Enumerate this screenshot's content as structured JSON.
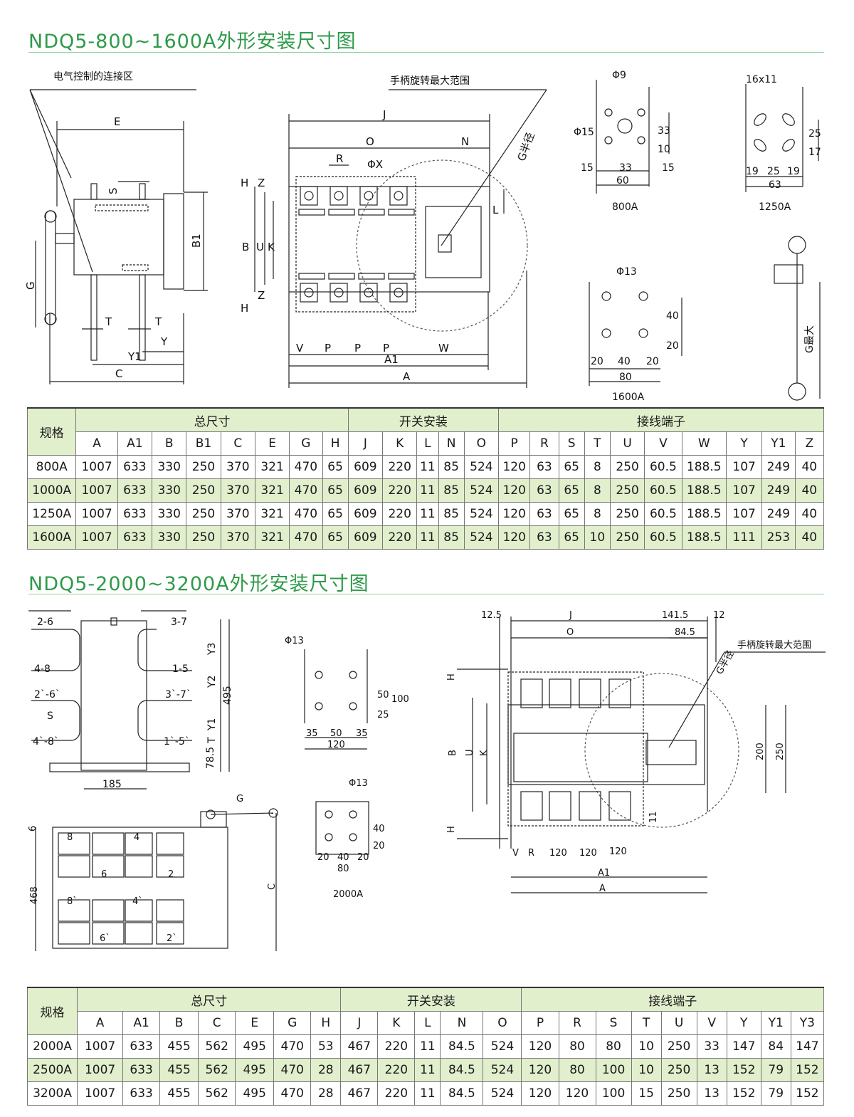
{
  "section1": {
    "title": "NDQ5-800~1600A外形安装尺寸图",
    "callouts": {
      "elec_zone": "电气控制的连接区",
      "handle_range": "手柄旋转最大范围",
      "g_radius": "G半径",
      "g_max": "G最大"
    },
    "dim_labels": [
      "E",
      "S",
      "B1",
      "G",
      "T",
      "T",
      "Y",
      "Y1",
      "C",
      "J",
      "O",
      "N",
      "R",
      "ΦX",
      "H",
      "Z",
      "B",
      "U",
      "K",
      "L",
      "Z",
      "H",
      "V",
      "P",
      "P",
      "P",
      "W",
      "A1",
      "A"
    ],
    "hole_800": {
      "labels": [
        "Φ9",
        "Φ15",
        "33",
        "10",
        "15",
        "33",
        "15",
        "60"
      ],
      "caption": "800A"
    },
    "hole_1250": {
      "labels": [
        "16x11",
        "25",
        "17",
        "19",
        "25",
        "19",
        "63"
      ],
      "caption": "1250A"
    },
    "hole_1600": {
      "labels": [
        "Φ13",
        "40",
        "20",
        "20",
        "40",
        "20",
        "80"
      ],
      "caption": "1600A"
    },
    "table": {
      "spec_label": "规格",
      "groups": [
        "总尺寸",
        "开关安装",
        "接线端子"
      ],
      "columns": [
        "A",
        "A1",
        "B",
        "B1",
        "C",
        "E",
        "G",
        "H",
        "J",
        "K",
        "L",
        "N",
        "O",
        "P",
        "R",
        "S",
        "T",
        "U",
        "V",
        "W",
        "Y",
        "Y1",
        "Z"
      ],
      "rows": [
        {
          "name": "800A",
          "values": [
            "1007",
            "633",
            "330",
            "250",
            "370",
            "321",
            "470",
            "65",
            "609",
            "220",
            "11",
            "85",
            "524",
            "120",
            "63",
            "65",
            "8",
            "250",
            "60.5",
            "188.5",
            "107",
            "249",
            "40"
          ]
        },
        {
          "name": "1000A",
          "values": [
            "1007",
            "633",
            "330",
            "250",
            "370",
            "321",
            "470",
            "65",
            "609",
            "220",
            "11",
            "85",
            "524",
            "120",
            "63",
            "65",
            "8",
            "250",
            "60.5",
            "188.5",
            "107",
            "249",
            "40"
          ]
        },
        {
          "name": "1250A",
          "values": [
            "1007",
            "633",
            "330",
            "250",
            "370",
            "321",
            "470",
            "65",
            "609",
            "220",
            "11",
            "85",
            "524",
            "120",
            "63",
            "65",
            "8",
            "250",
            "60.5",
            "188.5",
            "107",
            "249",
            "40"
          ]
        },
        {
          "name": "1600A",
          "values": [
            "1007",
            "633",
            "330",
            "250",
            "370",
            "321",
            "470",
            "65",
            "609",
            "220",
            "11",
            "85",
            "524",
            "120",
            "63",
            "65",
            "10",
            "250",
            "60.5",
            "188.5",
            "111",
            "253",
            "40"
          ]
        }
      ]
    }
  },
  "section2": {
    "title": "NDQ5-2000~3200A外形安装尺寸图",
    "callouts": {
      "handle_range": "手柄旋转最大范围",
      "g_radius": "G半径"
    },
    "terminal_labels": [
      "2-6",
      "3-7",
      "4-8",
      "1-5",
      "2`-6`",
      "3`-7`",
      "S",
      "4`-8`",
      "1`-5`",
      "Y3",
      "Y2",
      "Y1",
      "T",
      "495",
      "78.5",
      "185"
    ],
    "front_labels": [
      "6",
      "468",
      "8",
      "4",
      "6",
      "2",
      "8`",
      "4`",
      "6`",
      "2`",
      "G",
      "C"
    ],
    "hole_2000": {
      "labels": [
        "Φ13",
        "50",
        "100",
        "25",
        "35",
        "50",
        "35",
        "120",
        "Φ13",
        "40",
        "20",
        "20",
        "40",
        "20",
        "80"
      ],
      "caption": "2000A"
    },
    "top_labels": [
      "12.5",
      "J",
      "141.5",
      "12",
      "O",
      "84.5",
      "H",
      "B",
      "U",
      "K",
      "H",
      "11",
      "200",
      "250",
      "V",
      "R",
      "120",
      "120",
      "120",
      "A1",
      "A"
    ],
    "table": {
      "spec_label": "规格",
      "groups": [
        "总尺寸",
        "开关安装",
        "接线端子"
      ],
      "columns": [
        "A",
        "A1",
        "B",
        "C",
        "E",
        "G",
        "H",
        "J",
        "K",
        "L",
        "N",
        "O",
        "P",
        "R",
        "S",
        "T",
        "U",
        "V",
        "Y",
        "Y1",
        "Y3"
      ],
      "rows": [
        {
          "name": "2000A",
          "values": [
            "1007",
            "633",
            "455",
            "562",
            "495",
            "470",
            "53",
            "467",
            "220",
            "11",
            "84.5",
            "524",
            "120",
            "80",
            "80",
            "10",
            "250",
            "33",
            "147",
            "84",
            "147"
          ]
        },
        {
          "name": "2500A",
          "values": [
            "1007",
            "633",
            "455",
            "562",
            "495",
            "470",
            "28",
            "467",
            "220",
            "11",
            "84.5",
            "524",
            "120",
            "80",
            "100",
            "10",
            "250",
            "13",
            "152",
            "79",
            "152"
          ]
        },
        {
          "name": "3200A",
          "values": [
            "1007",
            "633",
            "455",
            "562",
            "495",
            "470",
            "28",
            "467",
            "220",
            "11",
            "84.5",
            "524",
            "120",
            "120",
            "100",
            "15",
            "250",
            "13",
            "152",
            "79",
            "152"
          ]
        }
      ]
    }
  }
}
